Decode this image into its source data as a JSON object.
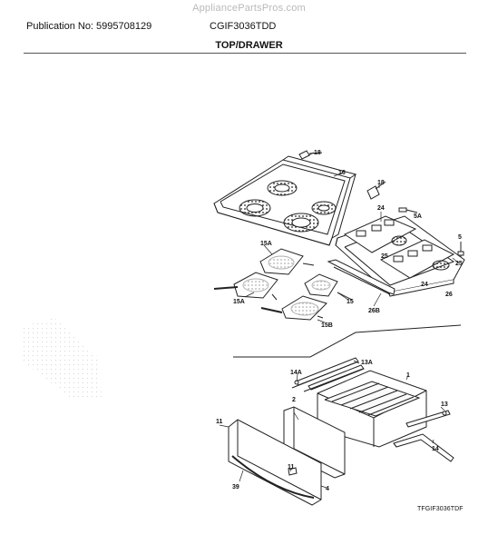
{
  "header": {
    "watermark": "AppliancePartsPros.com",
    "publication": "Publication No: 5995708129",
    "model": "CGIF3036TDD",
    "section_title": "TOP/DRAWER"
  },
  "footer": {
    "drawing_code": "TFGIF3036TDF"
  },
  "part_labels": {
    "p18a": "18",
    "p16": "16",
    "p18b": "18",
    "p24a": "24",
    "p5a": "5A",
    "p5": "5",
    "p25a": "25",
    "p25b": "25",
    "p24b": "24",
    "p26": "26",
    "p26b": "26B",
    "p15a_top": "15A",
    "p15": "15",
    "p15a_left": "15A",
    "p15b": "15B",
    "p14a": "14A",
    "p13a": "13A",
    "p1": "1",
    "p2": "2",
    "p13": "13",
    "p14": "14",
    "p11a": "11",
    "p11b": "11",
    "p39": "39",
    "p4": "4"
  }
}
